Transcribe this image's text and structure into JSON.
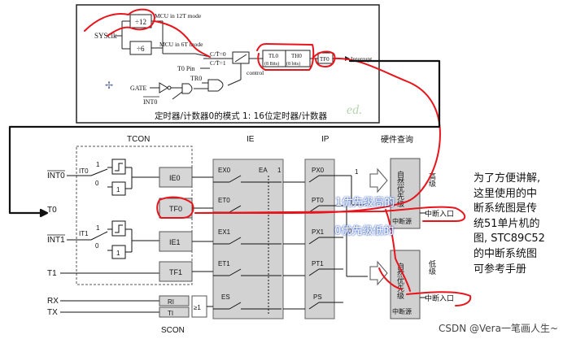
{
  "mode0_diagram": {
    "sysclk": "SYSclk",
    "div12": "÷12",
    "div6": "÷6",
    "mode12t": "MCU in 12T mode",
    "mode6t": "MCU in 6T mode",
    "ct0": "C/T̄=0",
    "ct1": "C/T̄=1",
    "t0pin": "T0 Pin",
    "tr0": "TR0",
    "gate": "GATE",
    "int0": "INT0",
    "control": "control",
    "tl0_top": "TL0",
    "tl0_bot": "(8 Bits)",
    "th0_top": "TH0",
    "th0_bot": "(8 bits)",
    "tf0": "TF0",
    "interrupt": "Interrupt",
    "caption": "定时器/计数器0的模式 1: 16位定时器/计数器",
    "ghost": "ed."
  },
  "interrupt_diagram": {
    "headers": {
      "tcon": "TCON",
      "ie": "IE",
      "ip": "IP",
      "hw": "硬件查询",
      "scon": "SCON"
    },
    "inputs": [
      "INT0",
      "T0",
      "INT1",
      "T1",
      "RX",
      "TX"
    ],
    "it0": "IT0",
    "it1": "IT1",
    "one": "1",
    "zero": "0",
    "flags": [
      "IE0",
      "TF0",
      "IE1",
      "TF1"
    ],
    "serial_flags": [
      "RI",
      "TI"
    ],
    "or_gate": "≥1",
    "enables": [
      "EX0",
      "ET0",
      "EX1",
      "ET1",
      "ES"
    ],
    "ea": "EA",
    "priorities": [
      "PX0",
      "PT0",
      "PX1",
      "PT1",
      "PS"
    ],
    "natural_priority": "自然优先级",
    "irq_source": "中断源",
    "high_level": "高级",
    "low_level": "低级",
    "vector_entry": "中断入口",
    "overlay_high": "1优先级高的",
    "overlay_low": "0优先级低的"
  },
  "side_note": [
    "为了方便讲解,",
    "这里使用的中",
    "断系统图是传",
    "统51单片机的",
    "图, STC89C52",
    "的中断系统图",
    "可参考手册"
  ],
  "watermark": "CSDN @Vera一笔画人生~",
  "colors": {
    "annotation_red": "#e8141c",
    "flow_black": "#111111",
    "overlay_blue": "#3a62c4",
    "panel_gray": "#c8c8c8"
  }
}
